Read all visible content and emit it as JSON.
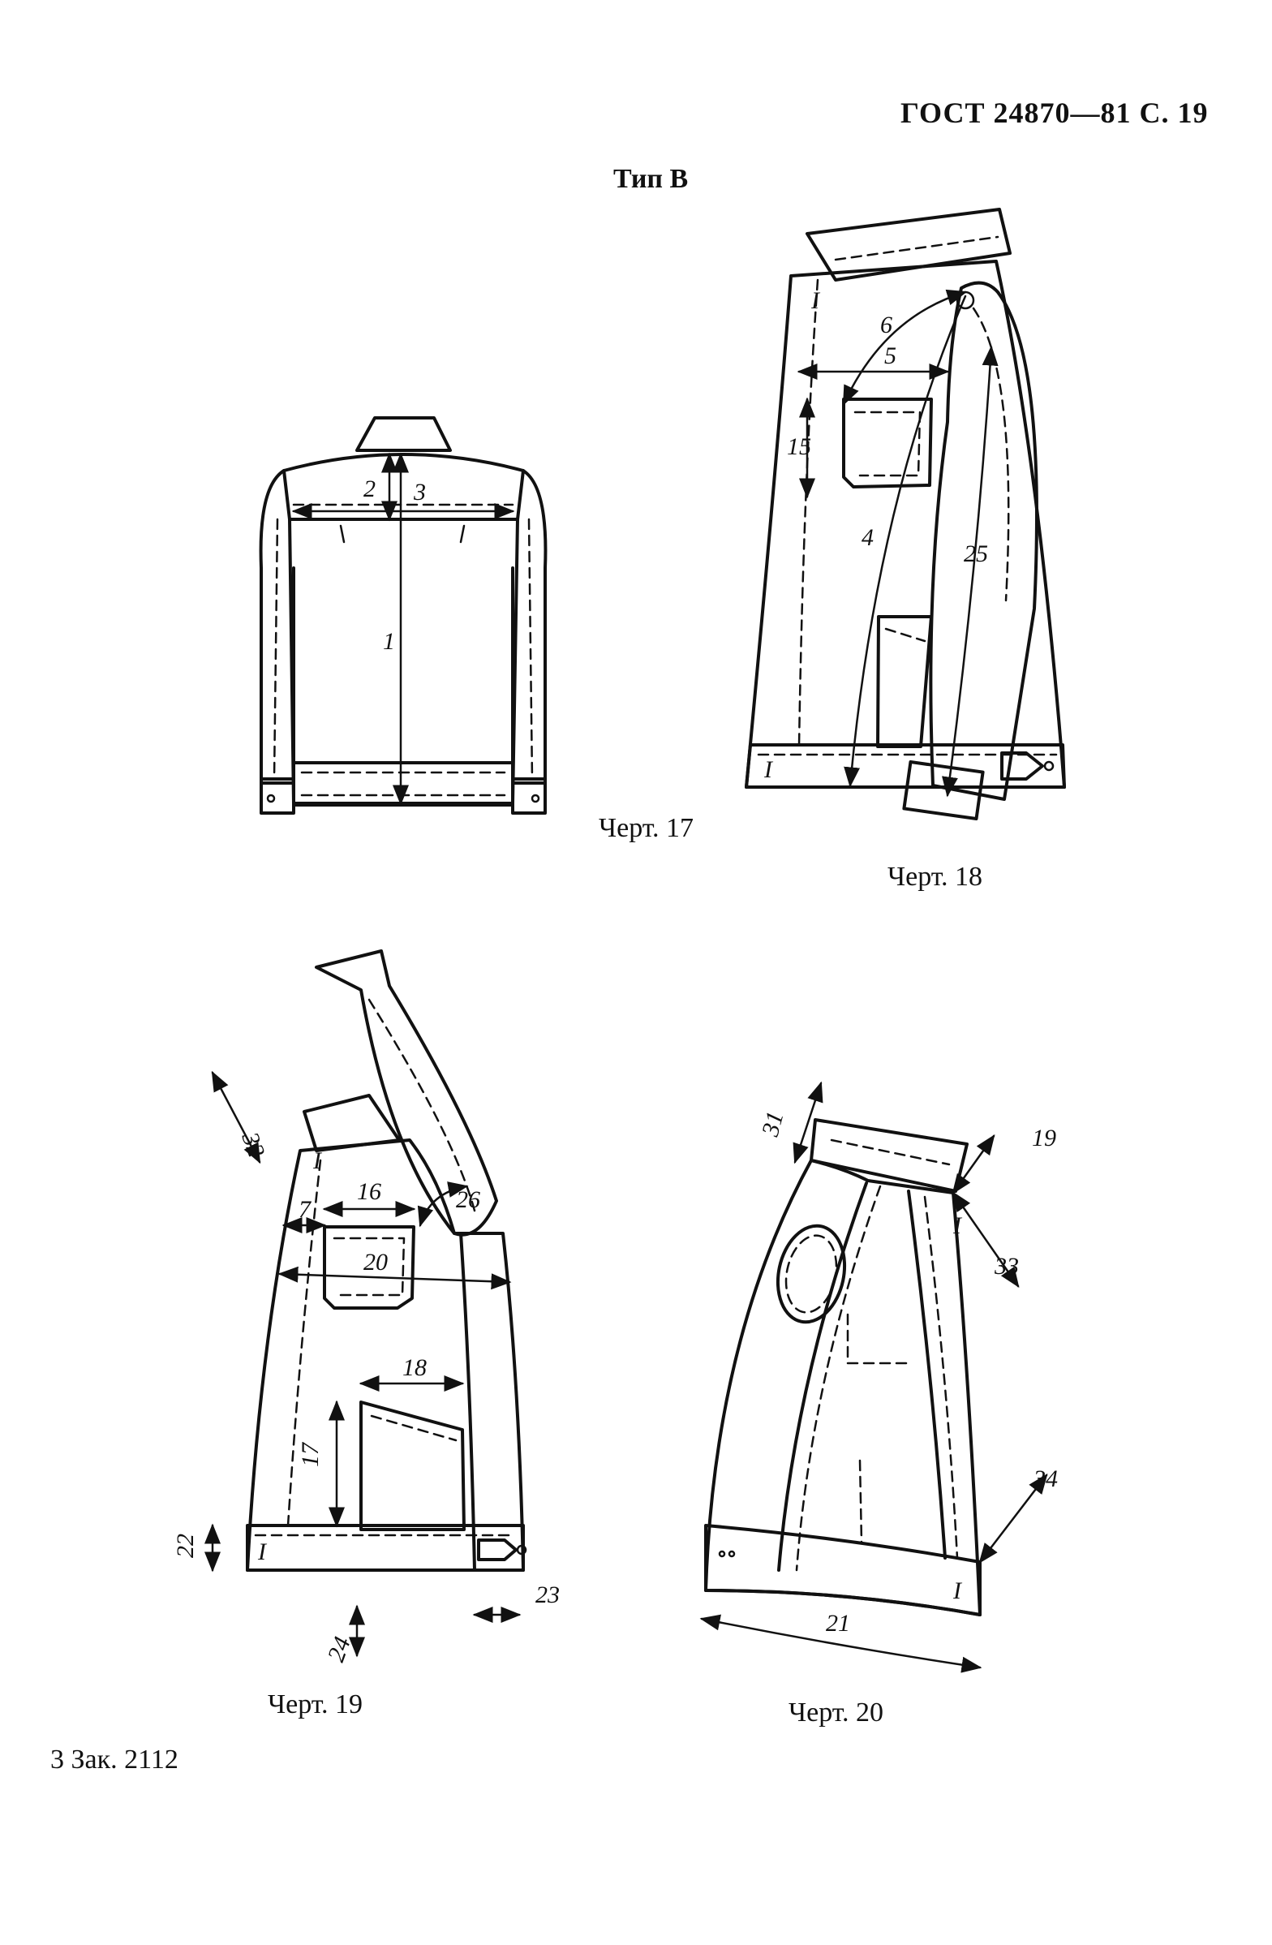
{
  "header": {
    "standard": "ГОСТ 24870—81 С. 19"
  },
  "type_title": "Тип В",
  "figures": {
    "fig17": {
      "caption": "Черт. 17",
      "labels": {
        "l1": "1",
        "l2": "2",
        "l3": "3"
      }
    },
    "fig18": {
      "caption": "Черт. 18",
      "labels": {
        "l4": "4",
        "l5": "5",
        "l6": "6",
        "l15": "15",
        "l25": "25",
        "mark": "I"
      }
    },
    "fig19": {
      "caption": "Черт. 19",
      "labels": {
        "l7": "7",
        "l16": "16",
        "l17": "17",
        "l18": "18",
        "l20": "20",
        "l22": "22",
        "l23": "23",
        "l24": "24",
        "l26": "26",
        "l32": "32",
        "mark": "I"
      }
    },
    "fig20": {
      "caption": "Черт. 20",
      "labels": {
        "l19": "19",
        "l21": "21",
        "l31": "31",
        "l33": "33",
        "l34": "34",
        "mark": "I"
      }
    }
  },
  "footer": {
    "order": "3 Зак. 2112"
  }
}
